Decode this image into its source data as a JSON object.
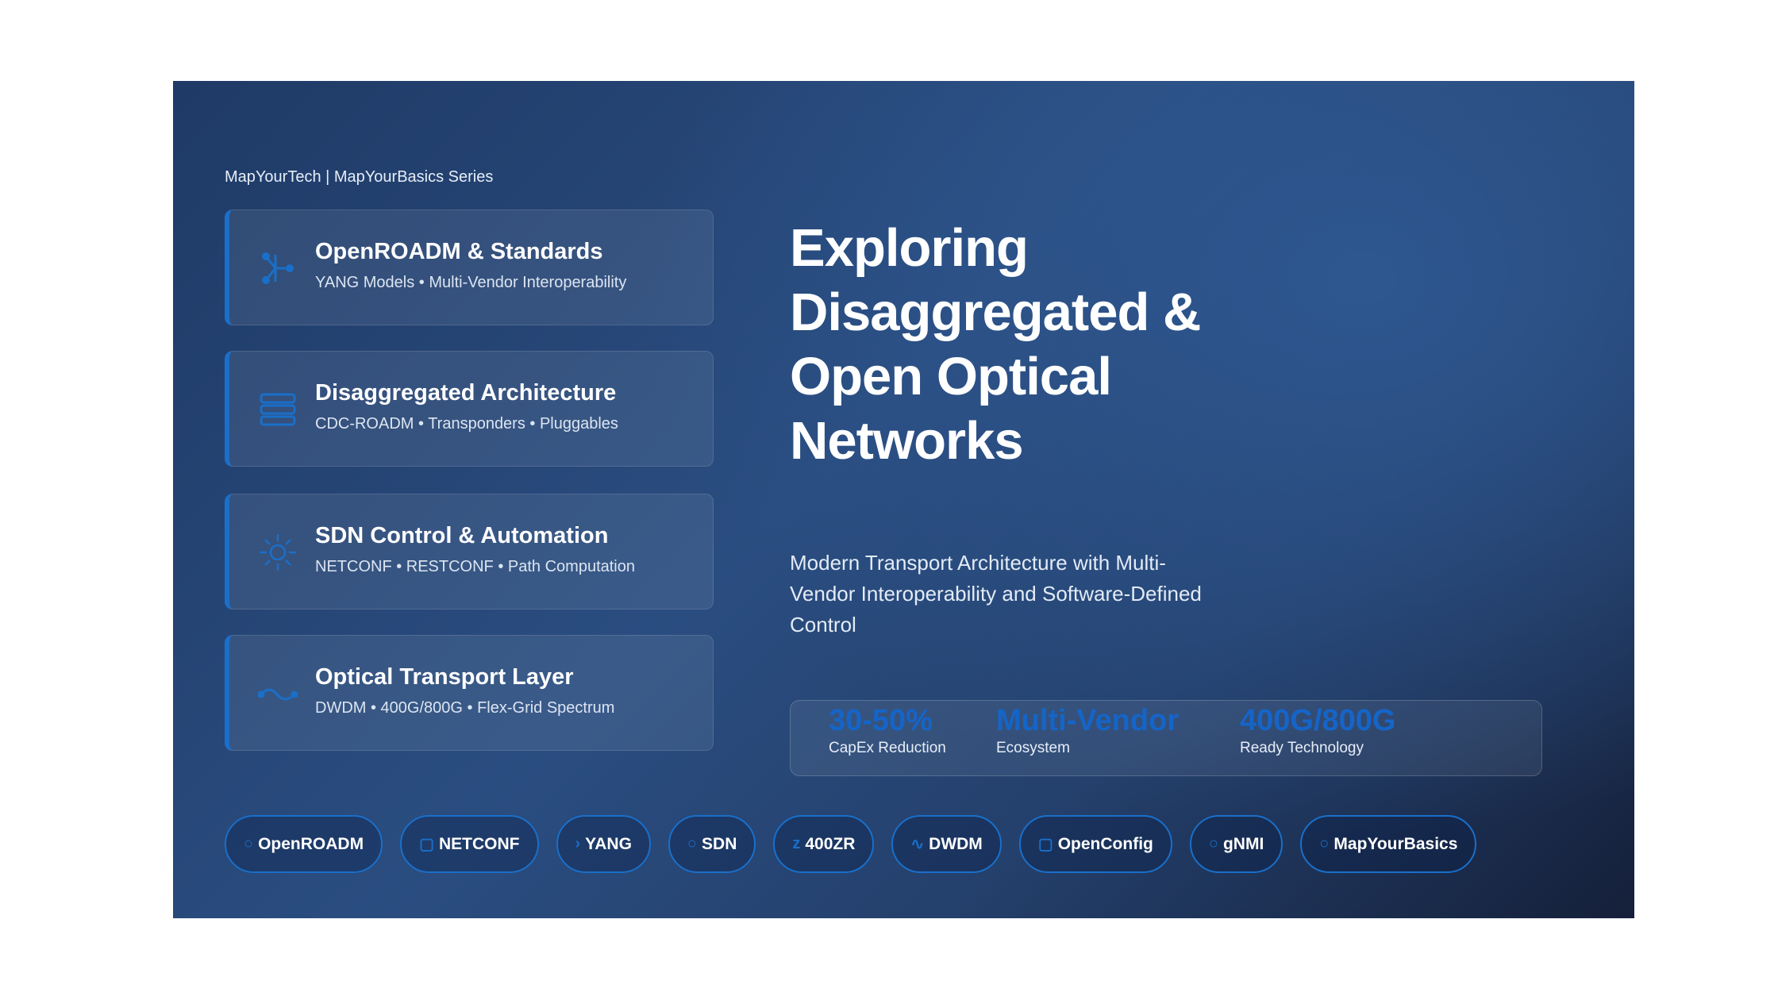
{
  "header": "MapYourTech | MapYourBasics Series",
  "cards": [
    {
      "title": "OpenROADM & Standards",
      "subtitle": "YANG Models • Multi-Vendor Interoperability",
      "icon": "network-hub-icon"
    },
    {
      "title": "Disaggregated Architecture",
      "subtitle": "CDC-ROADM • Transponders • Pluggables",
      "icon": "layers-stack-icon"
    },
    {
      "title": "SDN Control & Automation",
      "subtitle": "NETCONF • RESTCONF • Path Computation",
      "icon": "sun-control-icon"
    },
    {
      "title": "Optical Transport Layer",
      "subtitle": "DWDM • 400G/800G • Flex-Grid Spectrum",
      "icon": "wave-icon"
    }
  ],
  "title": [
    "Exploring",
    "Disaggregated &",
    "Open Optical",
    "Networks"
  ],
  "subtitle": "Modern Transport Architecture with Multi-Vendor Interoperability and Software-Defined Control",
  "stats": [
    {
      "value": "30-50%",
      "label": "CapEx Reduction"
    },
    {
      "value": "Multi-Vendor",
      "label": "Ecosystem"
    },
    {
      "value": "400G/800G",
      "label": "Ready Technology"
    }
  ],
  "pills": [
    {
      "label": "OpenROADM",
      "glyph": "○"
    },
    {
      "label": "NETCONF",
      "glyph": "▢"
    },
    {
      "label": "YANG",
      "glyph": "›"
    },
    {
      "label": "SDN",
      "glyph": "○"
    },
    {
      "label": "400ZR",
      "glyph": "z"
    },
    {
      "label": "DWDM",
      "glyph": "∿"
    },
    {
      "label": "OpenConfig",
      "glyph": "▢"
    },
    {
      "label": "gNMI",
      "glyph": "○"
    },
    {
      "label": "MapYourBasics",
      "glyph": "○"
    }
  ],
  "colors": {
    "accent": "#1a6fc9",
    "stat": "#1565c8"
  }
}
